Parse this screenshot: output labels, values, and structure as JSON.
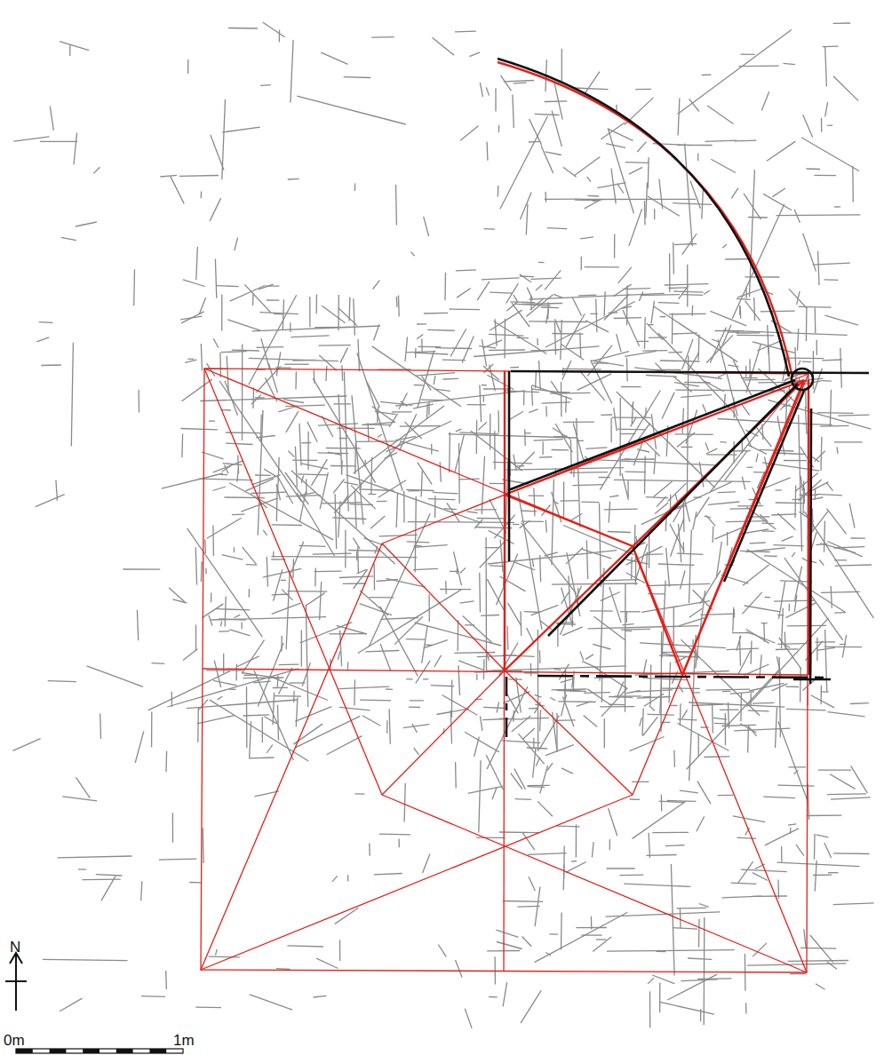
{
  "diagram": {
    "labels": [
      "N",
      "0m",
      "1m"
    ]
  }
}
